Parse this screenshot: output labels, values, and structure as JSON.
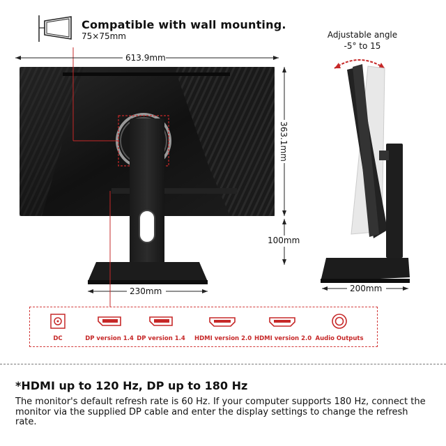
{
  "wall_mount": {
    "title": "Compatible with wall mounting.",
    "vesa": "75×75mm"
  },
  "dimensions": {
    "width": "613.9mm",
    "height": "363.1mm",
    "stand_height": "100mm",
    "base_width": "230mm",
    "base_depth": "200mm"
  },
  "tilt": {
    "title": "Adjustable angle",
    "range": "-5° to 15"
  },
  "ports": [
    {
      "label": "DC",
      "icon": "dc-jack-icon"
    },
    {
      "label": "DP version 1.4",
      "icon": "displayport-icon"
    },
    {
      "label": "DP version 1.4",
      "icon": "displayport-icon"
    },
    {
      "label": "HDMI version 2.0",
      "icon": "hdmi-icon"
    },
    {
      "label": "HDMI version 2.0",
      "icon": "hdmi-icon"
    },
    {
      "label": "Audio Outputs",
      "icon": "audio-jack-icon"
    }
  ],
  "note": {
    "title": "*HDMI up to 120 Hz, DP up to 180 Hz",
    "body": "The monitor's default refresh rate is 60 Hz. If your computer supports 180 Hz, connect the monitor via the supplied DP cable and enter the display settings to change the refresh rate."
  },
  "colors": {
    "accent_red": "#c62828",
    "monitor_dark": "#1a1a1a"
  }
}
